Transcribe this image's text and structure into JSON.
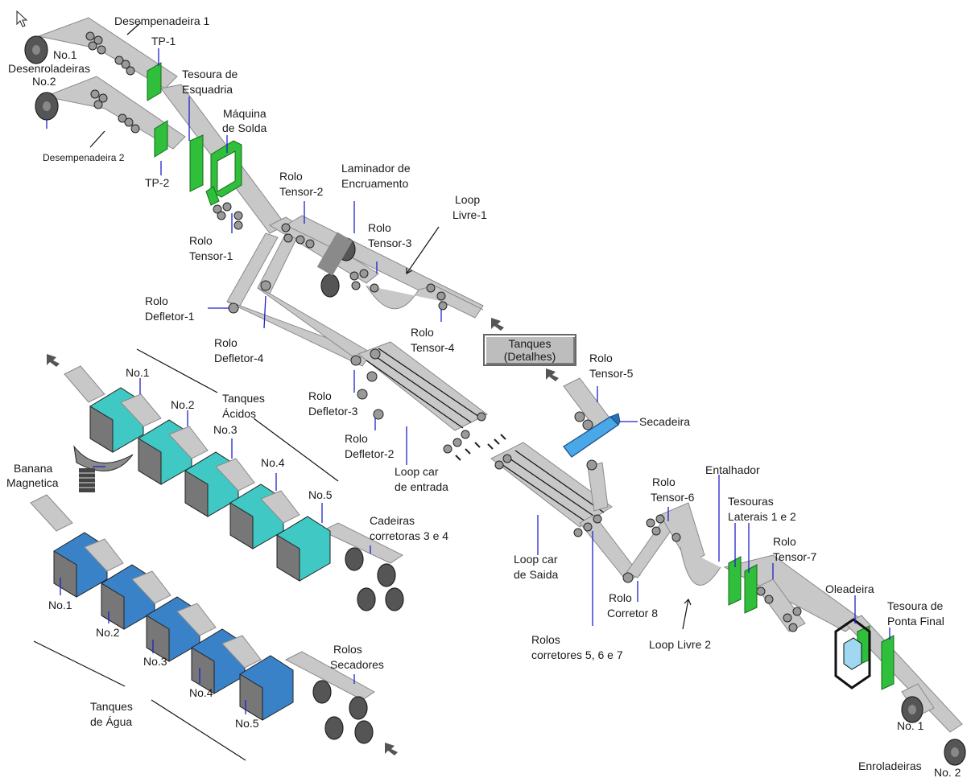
{
  "labels": {
    "desemp1": "Desempenadeira 1",
    "no1_top": "No.1",
    "desenrol": "Desenroladeiras",
    "no2_top": "No.2",
    "tp1": "TP-1",
    "tesoura_esq_1": "Tesoura de",
    "tesoura_esq_2": "Esquadria",
    "maq_solda_1": "Máquina",
    "maq_solda_2": "de Solda",
    "desemp2": "Desempenadeira 2",
    "tp2": "TP-2",
    "rolo_t1_a": "Rolo",
    "rolo_t1_b": "Tensor-1",
    "rolo_t2_a": "Rolo",
    "rolo_t2_b": "Tensor-2",
    "lam_a": "Laminador de",
    "lam_b": "Encruamento",
    "rolo_t3_a": "Rolo",
    "rolo_t3_b": "Tensor-3",
    "loop1_a": "Loop",
    "loop1_b": "Livre-1",
    "rolo_d1_a": "Rolo",
    "rolo_d1_b": "Defletor-1",
    "rolo_d4_a": "Rolo",
    "rolo_d4_b": "Defletor-4",
    "rolo_t4_a": "Rolo",
    "rolo_t4_b": "Tensor-4",
    "rolo_t5_a": "Rolo",
    "rolo_t5_b": "Tensor-5",
    "secadeira": "Secadeira",
    "rolo_d3_a": "Rolo",
    "rolo_d3_b": "Defletor-3",
    "rolo_d2_a": "Rolo",
    "rolo_d2_b": "Defletor-2",
    "loopcar_e_a": "Loop car",
    "loopcar_e_b": "de entrada",
    "tanq_ac_a": "Tanques",
    "tanq_ac_b": "Ácidos",
    "ac_no1": "No.1",
    "ac_no2": "No.2",
    "ac_no3": "No.3",
    "ac_no4": "No.4",
    "ac_no5": "No.5",
    "banana_a": "Banana",
    "banana_b": "Magnetica",
    "cad_a": "Cadeiras",
    "cad_b": "corretoras 3 e 4",
    "ag_no1": "No.1",
    "ag_no2": "No.2",
    "ag_no3": "No.3",
    "ag_no4": "No.4",
    "ag_no5": "No.5",
    "rolos_sec_a": "Rolos",
    "rolos_sec_b": "Secadores",
    "tanq_ag_a": "Tanques",
    "tanq_ag_b": "de Água",
    "loopcar_s_a": "Loop car",
    "loopcar_s_b": "de Saida",
    "rolos_corr_a": "Rolos",
    "rolos_corr_b": "corretores 5, 6 e 7",
    "rolo_c8_a": "Rolo",
    "rolo_c8_b": "Corretor 8",
    "loop2": "Loop Livre 2",
    "rolo_t6_a": "Rolo",
    "rolo_t6_b": "Tensor-6",
    "entalhador": "Entalhador",
    "tes_lat_a": "Tesouras",
    "tes_lat_b": "Laterais 1 e 2",
    "rolo_t7_a": "Rolo",
    "rolo_t7_b": "Tensor-7",
    "oleadeira": "Oleadeira",
    "tes_pf_a": "Tesoura de",
    "tes_pf_b": "Ponta Final",
    "enr_no1": "No. 1",
    "enroladeiras": "Enroladeiras",
    "enr_no2": "No. 2"
  },
  "button": {
    "line1": "Tanques",
    "line2": "(Detalhes)"
  },
  "colors": {
    "leader": "#1e22c8",
    "acid_tank": "#40c8c4",
    "water_tank": "#3a82c8",
    "green_equipment": "#2fbf3a",
    "strip": "#c8c8c8"
  },
  "icons": [
    "cursor-icon",
    "arrow-icon"
  ]
}
